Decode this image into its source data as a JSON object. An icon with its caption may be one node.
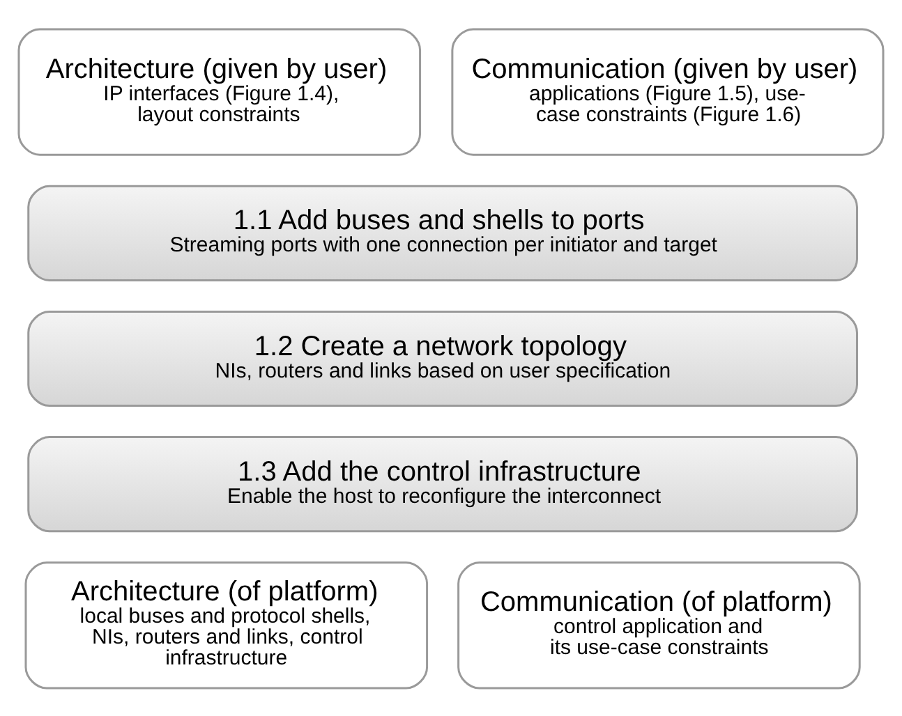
{
  "diagram": {
    "nodes": [
      {
        "text": [
          "Architecture (given by user)",
          "IP interfaces (Figure 1.4), layout constraints"
        ]
      },
      {
        "text": [
          "Communication (given by user)",
          "applications (Figure 1.5), use-case constraints (Figure 1.6)"
        ]
      },
      {
        "text": [
          "1.1 Add buses and shells to ports",
          "Streaming ports with one connection per initiator and target"
        ]
      },
      {
        "text": [
          "1.2 Create a network topology",
          "NIs, routers and links based on user specification"
        ]
      },
      {
        "text": [
          "1.3 Add the control infrastructure",
          "Enable the host to reconfigure the interconnect"
        ]
      },
      {
        "text": [
          "Architecture (of platform)",
          "local buses and protocol shells, NIs, routers and links, control infrastructure"
        ]
      },
      {
        "text": [
          "Communication (of platform)",
          "control application and its use-case constraints"
        ]
      }
    ]
  }
}
